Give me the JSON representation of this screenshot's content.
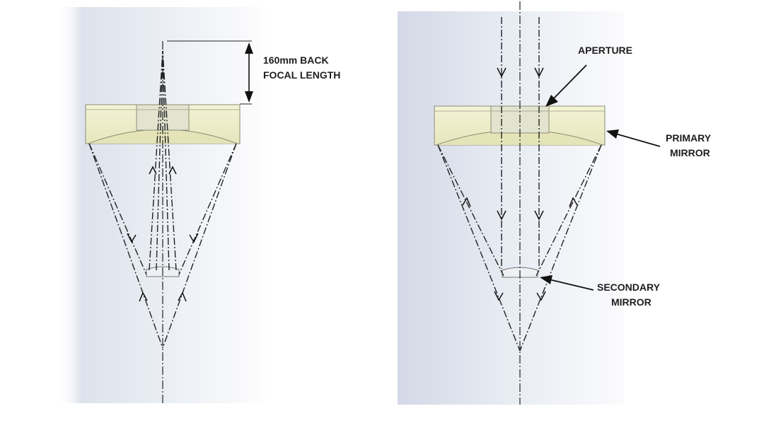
{
  "left_panel": {
    "dimension_label_line1": "160mm BACK",
    "dimension_label_line2": "FOCAL LENGTH"
  },
  "right_panel": {
    "aperture_label": "APERTURE",
    "primary_label_line1": "PRIMARY",
    "primary_label_line2": "MIRROR",
    "secondary_label_line1": "SECONDARY",
    "secondary_label_line2": "MIRROR"
  },
  "colors": {
    "background_light": "#d7dce8",
    "mirror_fill": "#efefc9",
    "mirror_stroke": "#8c8c74",
    "line": "#222222"
  }
}
